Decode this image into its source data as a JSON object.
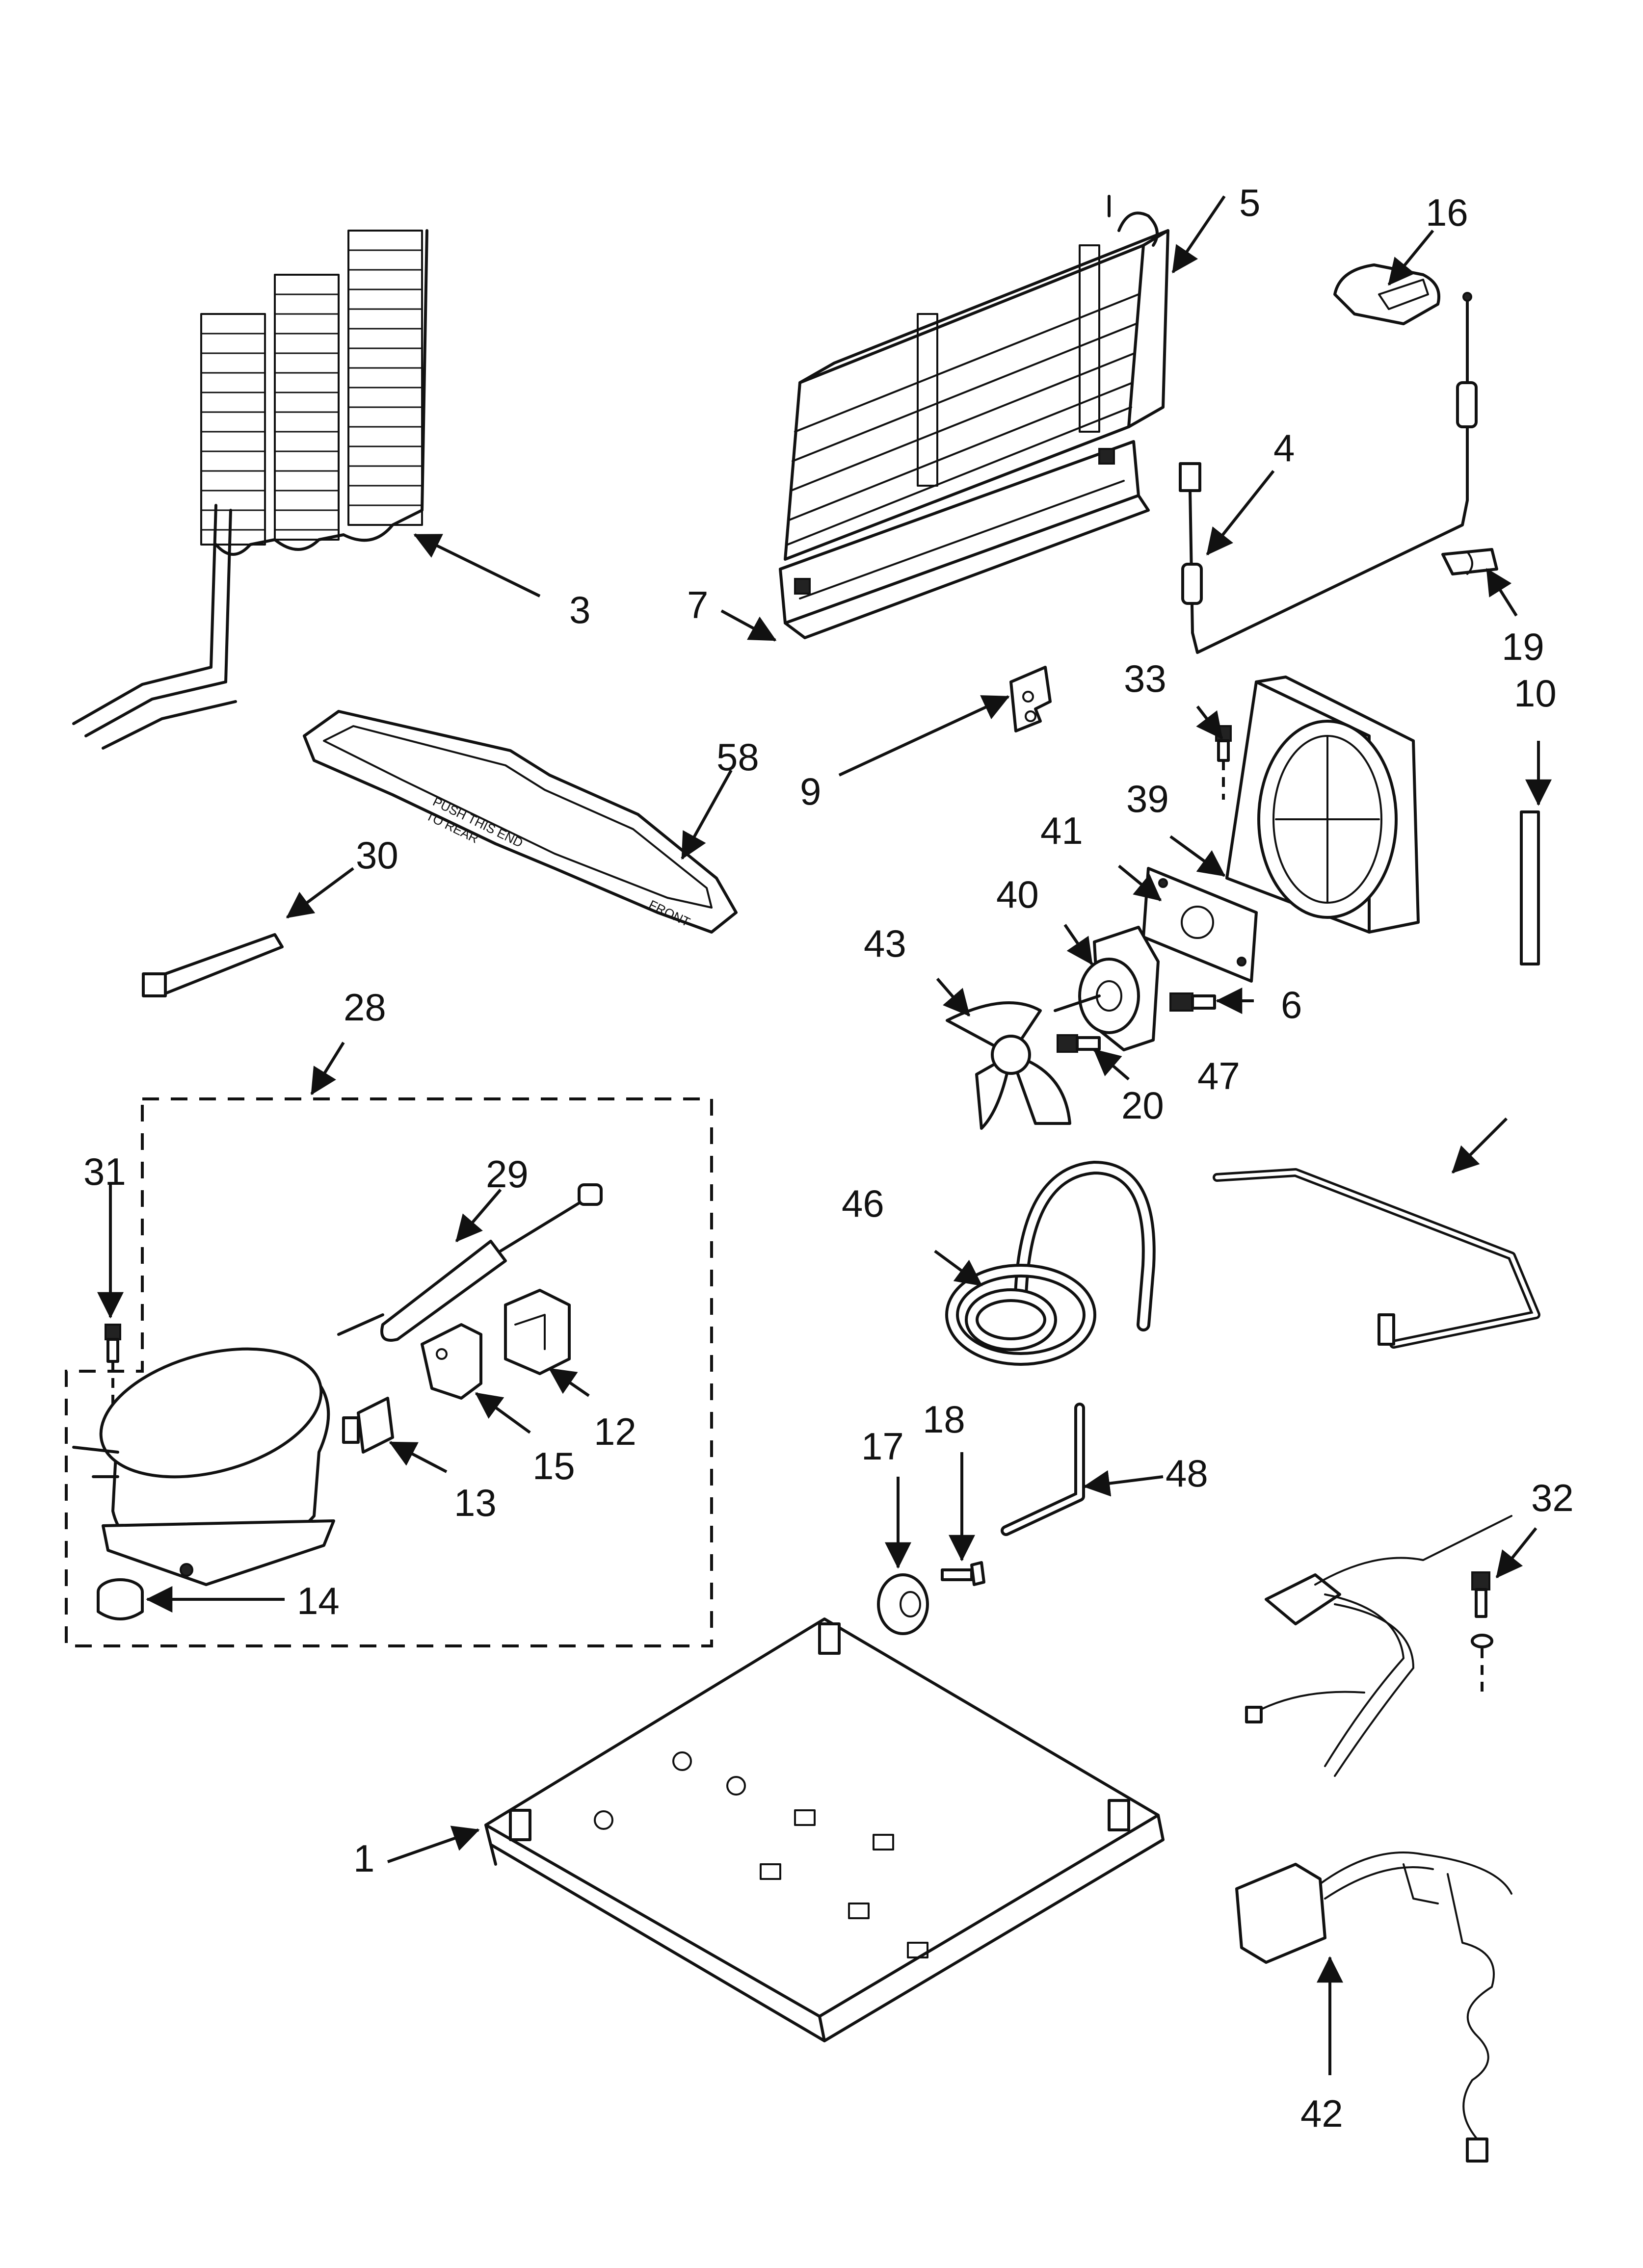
{
  "callouts": {
    "c1": "1",
    "c3": "3",
    "c4": "4",
    "c5": "5",
    "c6": "6",
    "c7": "7",
    "c9": "9",
    "c10": "10",
    "c12": "12",
    "c13": "13",
    "c14": "14",
    "c15": "15",
    "c16": "16",
    "c17": "17",
    "c18": "18",
    "c19": "19",
    "c20": "20",
    "c28": "28",
    "c29": "29",
    "c30": "30",
    "c31": "31",
    "c32": "32",
    "c33": "33",
    "c39": "39",
    "c40": "40",
    "c41": "41",
    "c42": "42",
    "c43": "43",
    "c46": "46",
    "c47": "47",
    "c48": "48",
    "c58": "58"
  },
  "tray_text": {
    "line1": "PUSH THIS END",
    "line2": "TO REAR",
    "front": "FRONT"
  }
}
